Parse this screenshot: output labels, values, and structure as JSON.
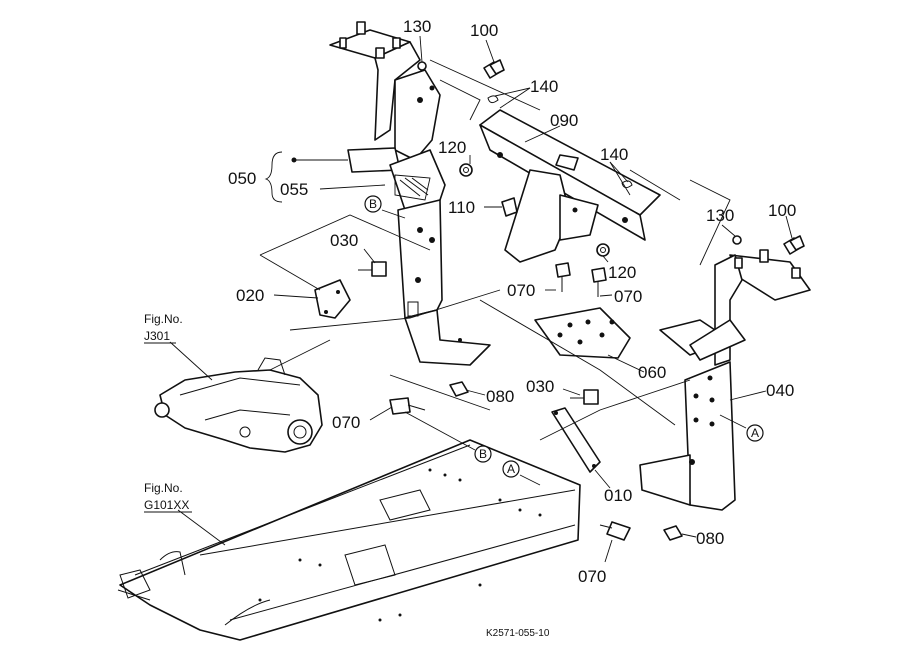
{
  "callouts": {
    "p010": "010",
    "p020": "020",
    "p030a": "030",
    "p030b": "030",
    "p040": "040",
    "p050": "050",
    "p055": "055",
    "p060": "060",
    "p070a": "070",
    "p070b": "070",
    "p070c": "070",
    "p070d": "070",
    "p080a": "080",
    "p080b": "080",
    "p090": "090",
    "p100a": "100",
    "p100b": "100",
    "p110": "110",
    "p120a": "120",
    "p120b": "120",
    "p130a": "130",
    "p130b": "130",
    "p140a": "140",
    "p140b": "140"
  },
  "figure_refs": {
    "j301_prefix": "Fig.No.",
    "j301_code": "J301",
    "g101_prefix": "Fig.No.",
    "g101_code": "G101XX"
  },
  "markers": {
    "a1": "A",
    "a2": "A",
    "b1": "B",
    "b2": "B"
  },
  "drawing_code": "K2571-055-10"
}
